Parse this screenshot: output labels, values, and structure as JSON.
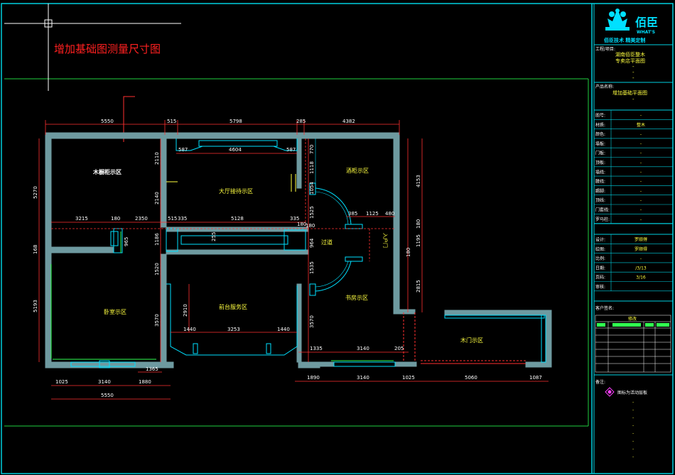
{
  "drawing_title": "增加基础图测量尺寸图",
  "colors": {
    "frame": "#00d0e0",
    "inner_frame": "#20d040",
    "title": "#ff2020",
    "dimension": "#ff3030",
    "dim_text": "#ffffff",
    "wall": "#6e9aa0",
    "room_label": "#ffff40",
    "cyan": "#00e0ff",
    "green": "#30ff50",
    "magenta": "#ff40ff"
  },
  "dims": {
    "top": [
      "5550",
      "515",
      "5798",
      "285",
      "4382"
    ],
    "inner_top": [
      "587",
      "4604",
      "587"
    ],
    "mid_row": [
      "3215",
      "180",
      "2350",
      "515",
      "335",
      "5128",
      "335"
    ],
    "right_row": [
      "385",
      "1125",
      "480"
    ],
    "bottom_row1": [
      "1440",
      "3253",
      "1440"
    ],
    "bottom_row2": [
      "1335",
      "3140",
      "205"
    ],
    "bottom_left": [
      "1365"
    ],
    "bottom_left_row": [
      "1025",
      "3140",
      "1880"
    ],
    "bottom_left_total": "5550",
    "bottom_right_row": [
      "1890",
      "3140",
      "1025",
      "5060",
      "1087"
    ],
    "left_col": [
      "5270",
      "168",
      "5193"
    ],
    "v_left_inner": [
      "2110",
      "2140",
      "965",
      "1186",
      "1520",
      "3570"
    ],
    "v_center": [
      "2910"
    ],
    "v_door": [
      "770",
      "1118",
      "1054",
      "1525",
      "180",
      "964",
      "1535",
      "3570"
    ],
    "v_right": [
      "4153",
      "1195",
      "180",
      "180",
      "2815"
    ],
    "v_misc": [
      "255",
      "180"
    ]
  },
  "rooms": {
    "wood_room": "木橱柜示区",
    "lobby": "大厅接待示区",
    "wine": "酒柜示区",
    "bedroom": "卧室示区",
    "front_desk": "前台服务区",
    "passage": "过道",
    "study": "书房示区",
    "woodgate": "木门示区",
    "side_door": "入户门"
  },
  "title_block": {
    "brand_cn": "佰臣",
    "brand_en": "WHAT'S",
    "slogan": "佰臣技术  精美定制",
    "project_label": "工程/项目:",
    "project_lines": [
      "湖南佰臣整木",
      "专卖店平面图",
      "-",
      "-",
      "-"
    ],
    "drawing_label": "产品名称:",
    "drawing_lines": [
      "增加基础平面图",
      "-"
    ],
    "rows": [
      {
        "k": "图号:",
        "v": "-"
      },
      {
        "k": "材质:",
        "v": "整木"
      },
      {
        "k": "颜色:",
        "v": "-"
      },
      {
        "k": "墙板:",
        "v": "-"
      },
      {
        "k": "门板:",
        "v": "-"
      },
      {
        "k": "顶板:",
        "v": "-"
      },
      {
        "k": "墙线:",
        "v": "-"
      },
      {
        "k": "腰线:",
        "v": "-"
      },
      {
        "k": "踢脚:",
        "v": "-"
      },
      {
        "k": "顶线:",
        "v": "-"
      },
      {
        "k": "门套线:",
        "v": "-"
      },
      {
        "k": "罗马柱:",
        "v": "-"
      }
    ],
    "sign_rows": [
      {
        "k": "设计:",
        "v": "罗顺得"
      },
      {
        "k": "绘图:",
        "v": "罗顺得"
      },
      {
        "k": "比例:",
        "v": "-"
      },
      {
        "k": "日期:",
        "v": "/3/13"
      },
      {
        "k": "页码:",
        "v": "3/16"
      },
      {
        "k": "审核:",
        "v": ""
      }
    ],
    "client_label": "客户签名:",
    "revision_label": "修改",
    "notes_label": "备注:",
    "notes_text": "图标为活动层板",
    "notes_dashes": [
      "-",
      "-",
      "-",
      "-",
      "-",
      "-",
      "-",
      "-"
    ]
  }
}
